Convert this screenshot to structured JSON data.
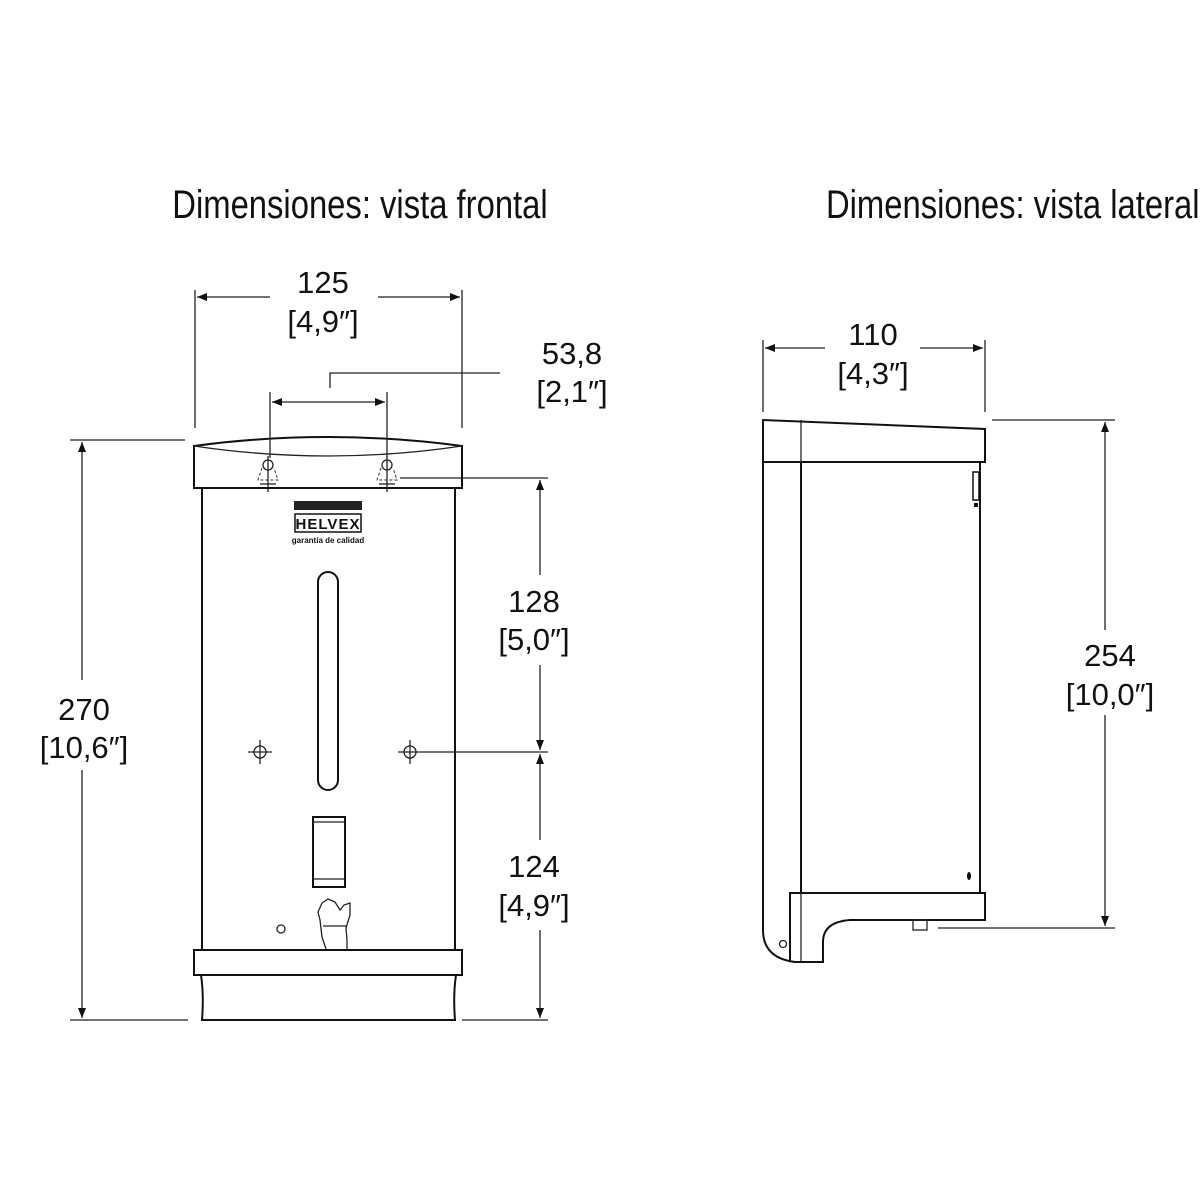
{
  "front_view": {
    "title": "Dimensiones: vista frontal",
    "logo": {
      "brand": "HELVEX",
      "tagline": "garantía de calidad"
    },
    "dimensions": {
      "width": {
        "mm": "125",
        "in": "[4,9″]"
      },
      "hole_spacing": {
        "mm": "53,8",
        "in": "[2,1″]"
      },
      "height": {
        "mm": "270",
        "in": "[10,6″]"
      },
      "upper": {
        "mm": "128",
        "in": "[5,0″]"
      },
      "lower": {
        "mm": "124",
        "in": "[4,9″]"
      }
    }
  },
  "side_view": {
    "title": "Dimensiones: vista lateral",
    "dimensions": {
      "depth": {
        "mm": "110",
        "in": "[4,3″]"
      },
      "height": {
        "mm": "254",
        "in": "[10,0″]"
      }
    }
  }
}
